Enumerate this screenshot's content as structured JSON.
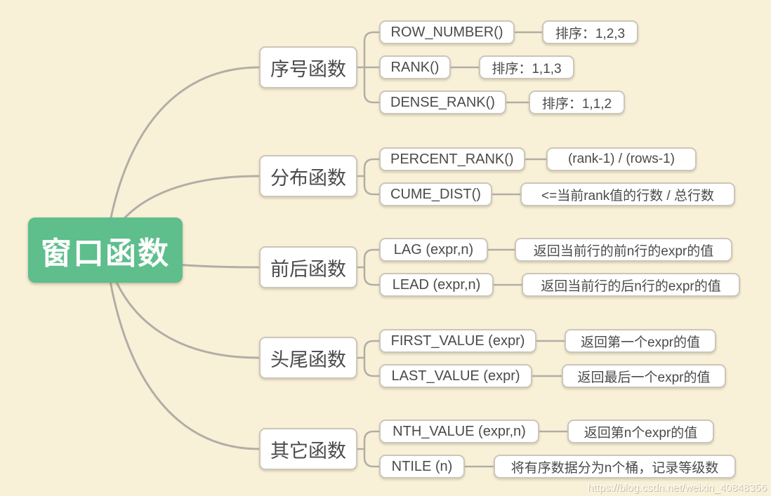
{
  "root": {
    "label": "窗口函数"
  },
  "branches": [
    {
      "label": "序号函数",
      "children": [
        {
          "func": "ROW_NUMBER()",
          "desc": "排序：1,2,3"
        },
        {
          "func": "RANK()",
          "desc": "排序：1,1,3"
        },
        {
          "func": "DENSE_RANK()",
          "desc": "排序：1,1,2"
        }
      ]
    },
    {
      "label": "分布函数",
      "children": [
        {
          "func": "PERCENT_RANK()",
          "desc": "(rank-1) / (rows-1)"
        },
        {
          "func": "CUME_DIST()",
          "desc": "<=当前rank值的行数 / 总行数"
        }
      ]
    },
    {
      "label": "前后函数",
      "children": [
        {
          "func": "LAG (expr,n)",
          "desc": "返回当前行的前n行的expr的值"
        },
        {
          "func": "LEAD (expr,n)",
          "desc": "返回当前行的后n行的expr的值"
        }
      ]
    },
    {
      "label": "头尾函数",
      "children": [
        {
          "func": "FIRST_VALUE (expr)",
          "desc": "返回第一个expr的值"
        },
        {
          "func": "LAST_VALUE (expr)",
          "desc": "返回最后一个expr的值"
        }
      ]
    },
    {
      "label": "其它函数",
      "children": [
        {
          "func": "NTH_VALUE (expr,n)",
          "desc": "返回第n个expr的值"
        },
        {
          "func": "NTILE (n)",
          "desc": "将有序数据分为n个桶，记录等级数"
        }
      ]
    }
  ],
  "watermark": "https://blog.csdn.net/weixin_40848356",
  "colors": {
    "background": "#f8f1d8",
    "root_bg": "#5ebe8c",
    "node_bg": "#ffffff",
    "node_border": "#ccc6ba",
    "line": "#b3ada6",
    "text": "#4a4a4a"
  }
}
